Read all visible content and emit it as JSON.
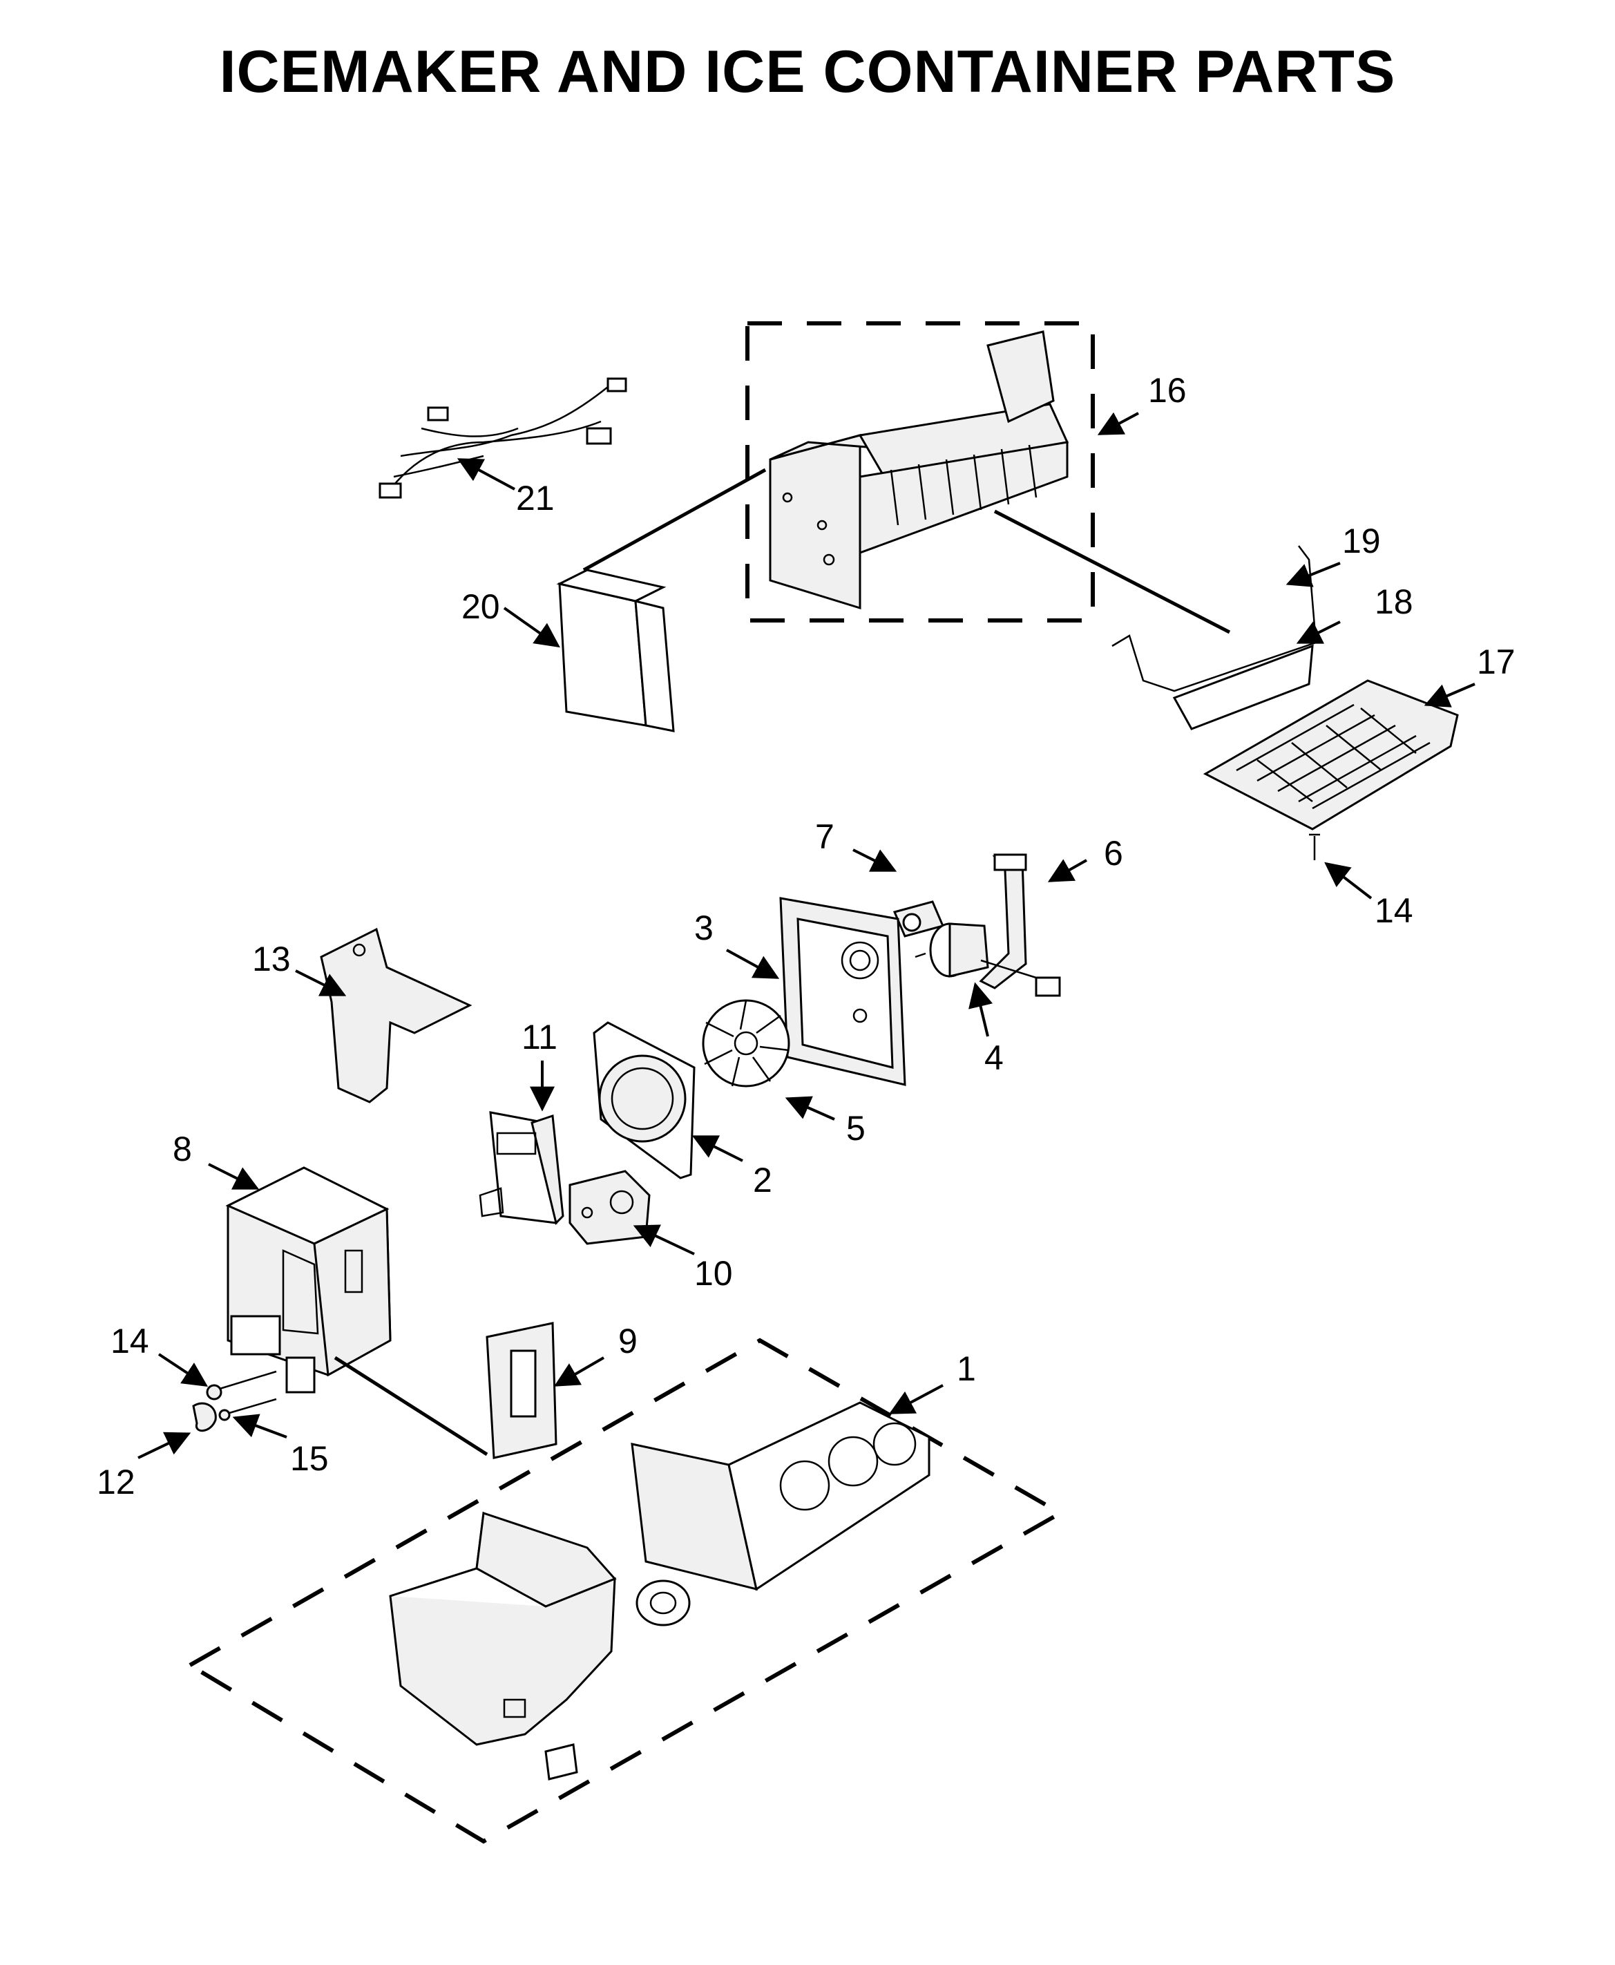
{
  "title": "ICEMAKER AND ICE CONTAINER PARTS",
  "callouts": {
    "c1": "1",
    "c2": "2",
    "c3": "3",
    "c4": "4",
    "c5": "5",
    "c6": "6",
    "c7": "7",
    "c8": "8",
    "c9": "9",
    "c10": "10",
    "c11": "11",
    "c12": "12",
    "c13": "13",
    "c14a": "14",
    "c14b": "14",
    "c15": "15",
    "c16": "16",
    "c17": "17",
    "c18": "18",
    "c19": "19",
    "c20": "20",
    "c21": "21"
  },
  "colors": {
    "line": "#000000",
    "part_fill": "#f0f0f0",
    "background": "#ffffff"
  }
}
